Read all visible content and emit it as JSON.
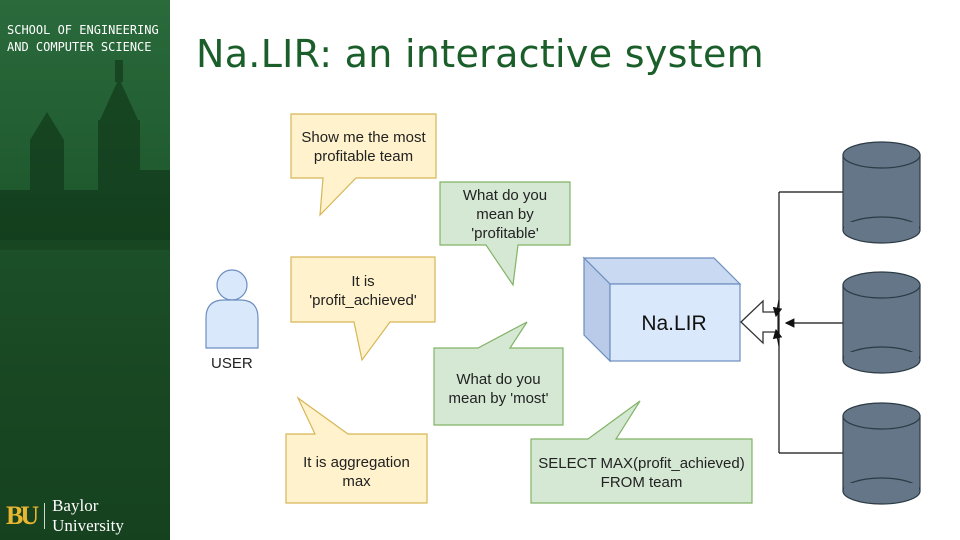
{
  "sidebar": {
    "department": "SCHOOL OF ENGINEERING\nAND COMPUTER SCIENCE",
    "logo_mark": "BU",
    "logo_text": "Baylor University"
  },
  "slide": {
    "title": "Na.LIR: an interactive system"
  },
  "diagram": {
    "user_label": "USER",
    "system_label": "Na.LIR",
    "bubbles": {
      "user_question": "Show me the most\nprofitable team",
      "system_clarify_profitable": "What do you\nmean by\n'profitable'",
      "user_answer_profit": "It is\n'profit_achieved'",
      "system_clarify_most": "What do you\nmean by 'most'",
      "user_answer_most": "It is aggregation\nmax",
      "system_sql": "SELECT MAX(profit_achieved)\nFROM team"
    },
    "colors": {
      "user_bubble": "#fff2cc",
      "user_bubble_border": "#d6b656",
      "system_bubble": "#d5e8d4",
      "system_bubble_border": "#82b366",
      "nalir_box": "#dae8fc",
      "nalir_border": "#6c8ebf",
      "database": "#647687"
    }
  }
}
